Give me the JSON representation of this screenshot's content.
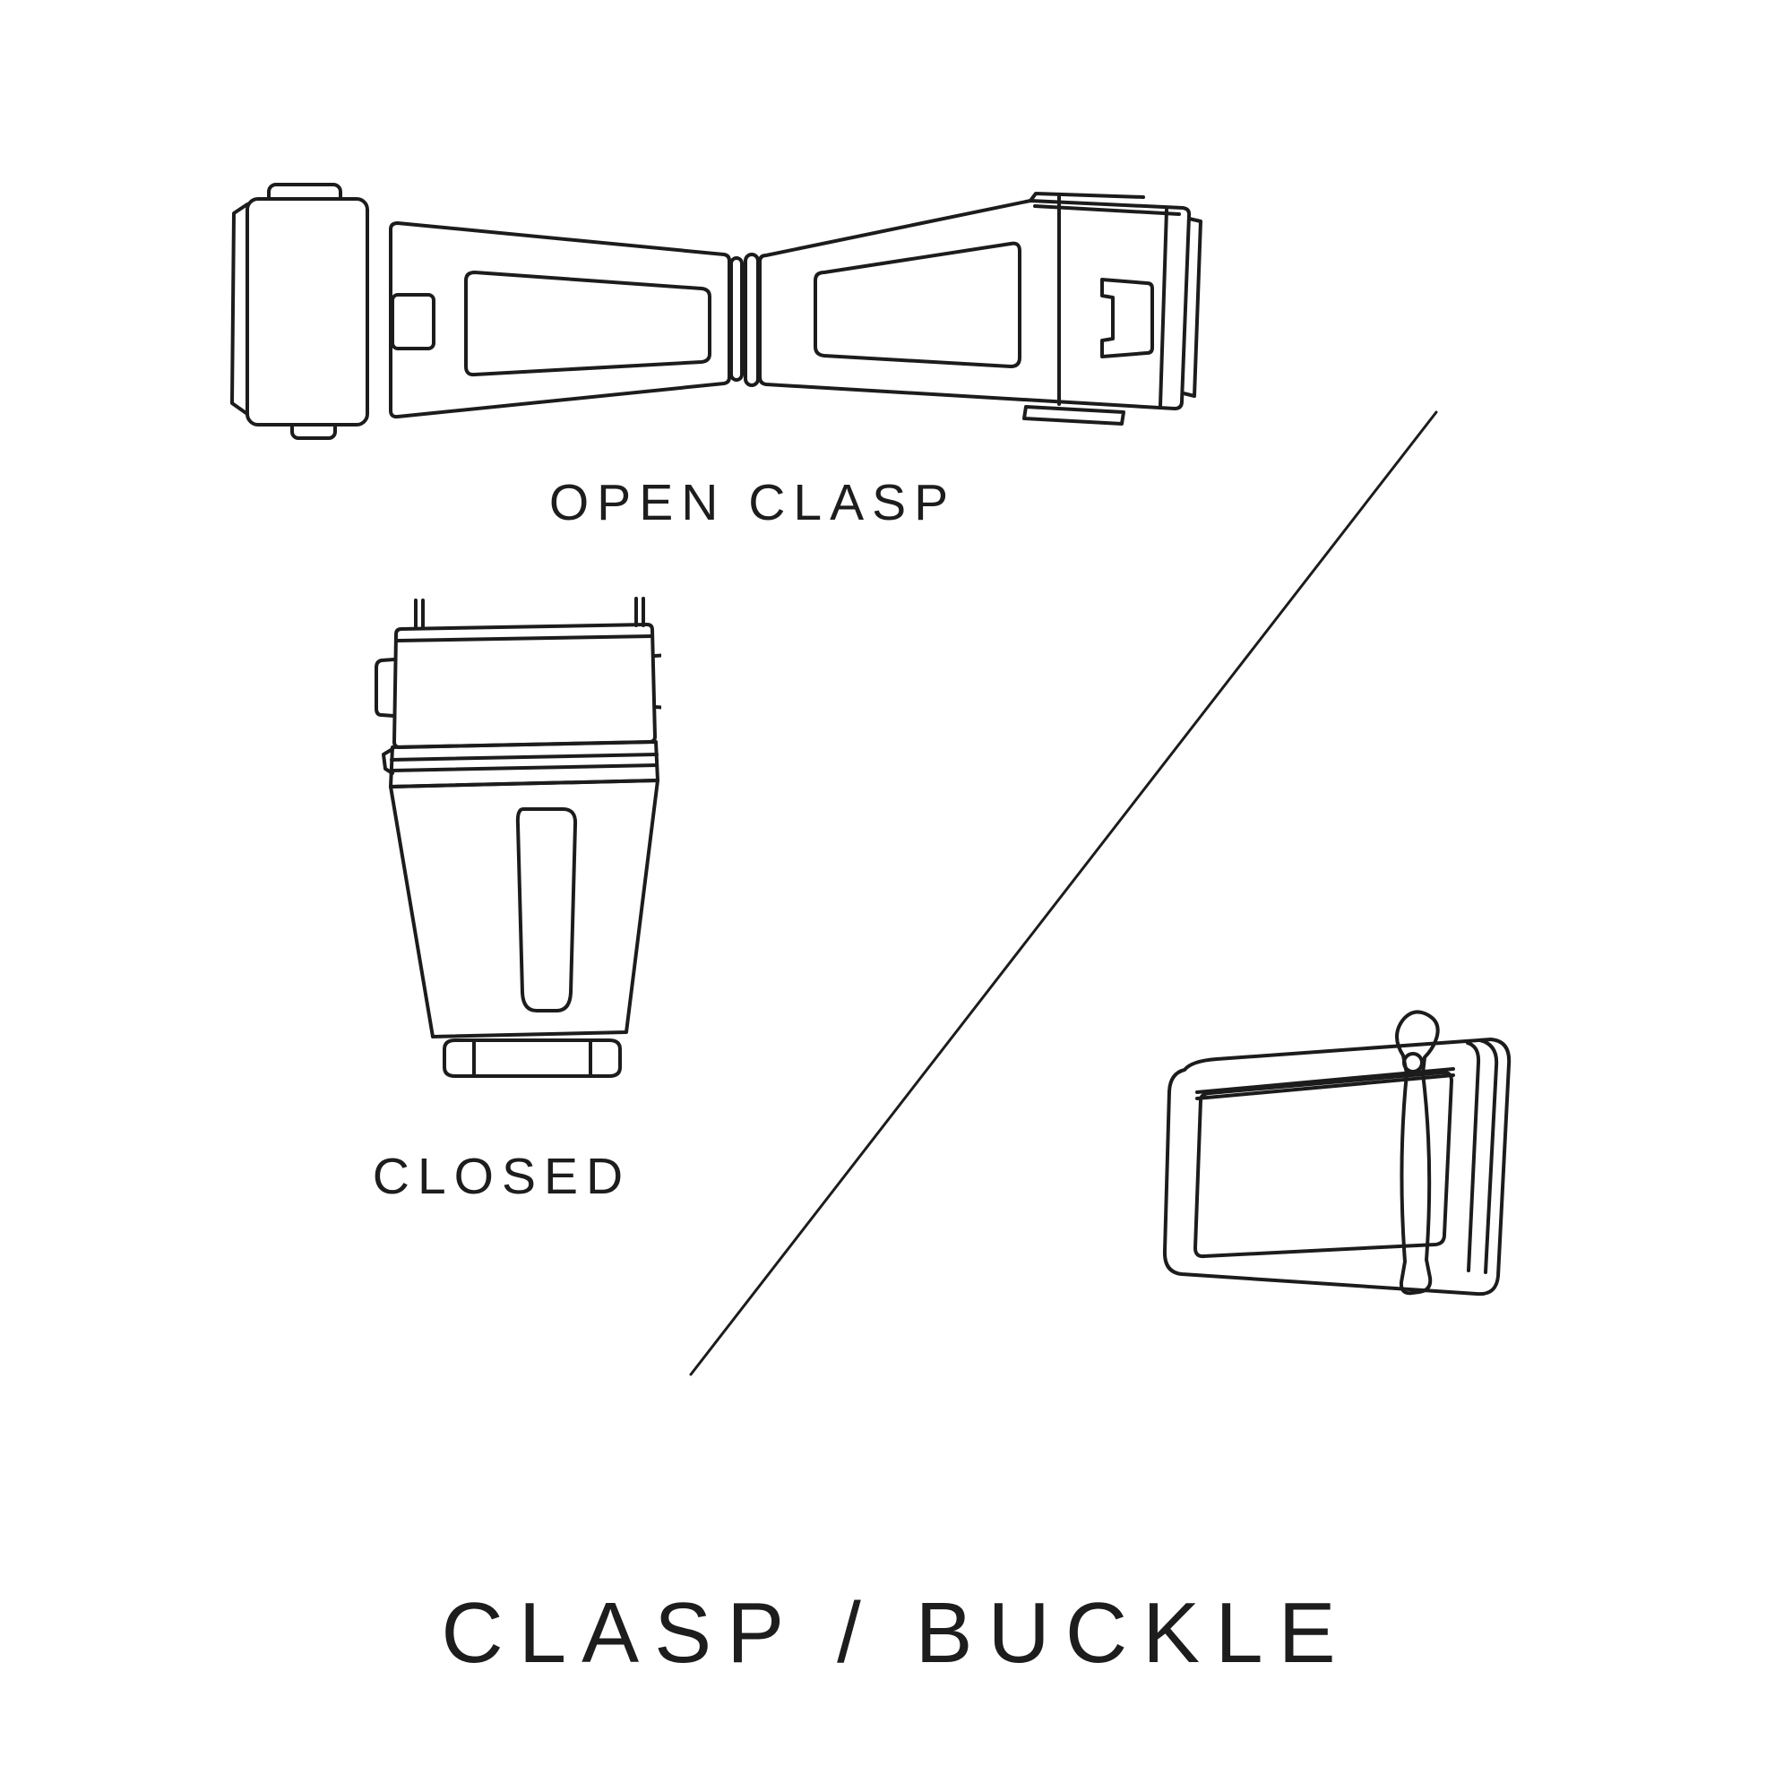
{
  "title": "CLASP / BUCKLE",
  "labels": {
    "open_clasp": "OPEN CLASP",
    "closed": "CLOSED"
  },
  "illustrations": {
    "open_clasp": "open-clasp-illustration",
    "closed_clasp": "closed-clasp-illustration",
    "buckle": "buckle-illustration",
    "divider": "divider-line"
  },
  "colors": {
    "background": "#ffffff",
    "line": "#1c1c1c",
    "text": "#1d1d1d"
  }
}
